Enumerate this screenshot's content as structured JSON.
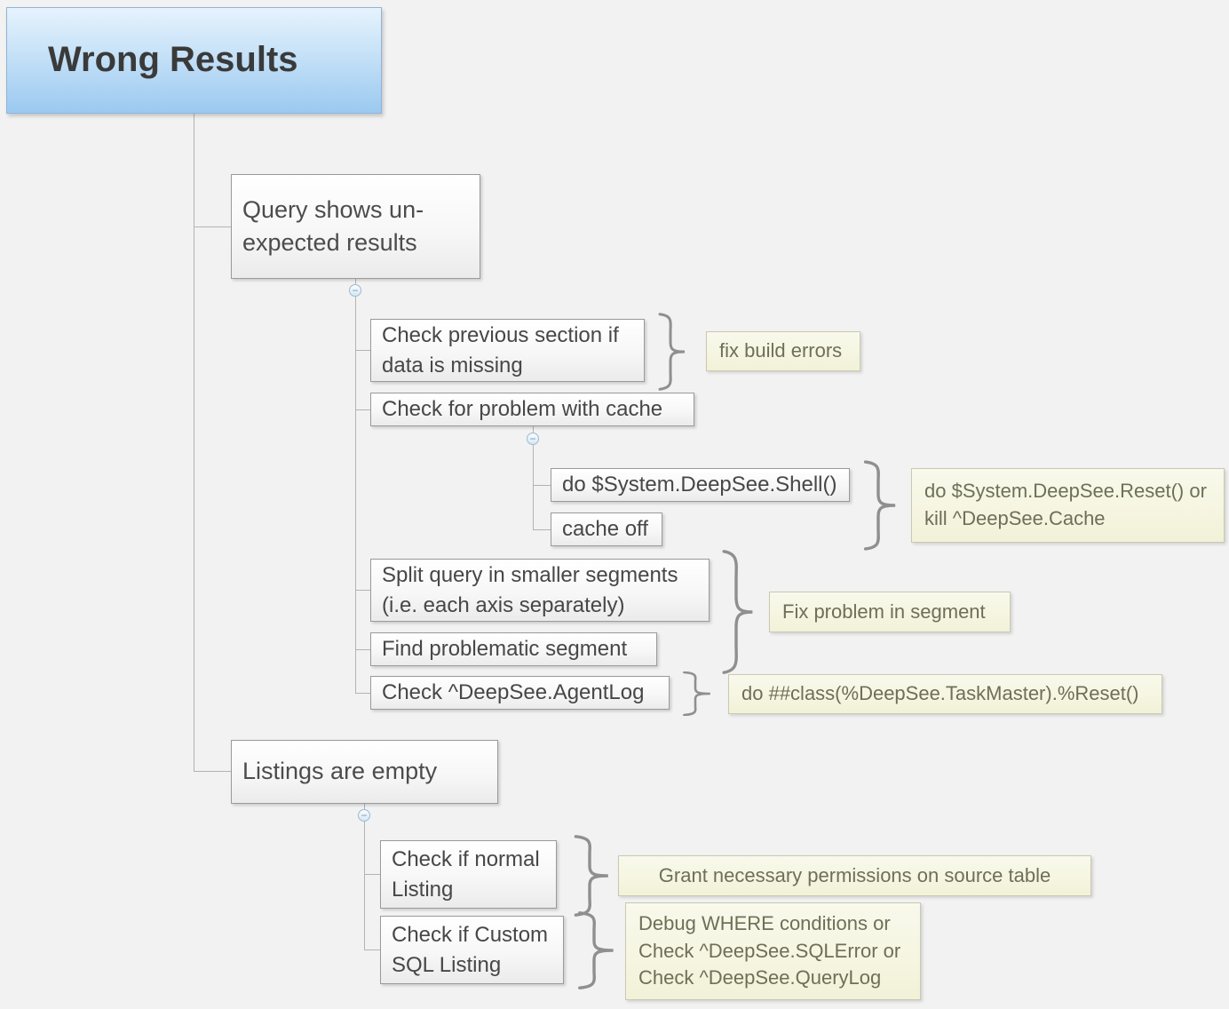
{
  "root": {
    "label": "Wrong Results"
  },
  "branches": {
    "query": {
      "label": "Query shows un-expected results"
    },
    "listings": {
      "label": "Listings are empty"
    }
  },
  "query_children": {
    "check_previous": {
      "label": "Check previous section if data is missing"
    },
    "check_cache": {
      "label": "Check for problem with cache"
    },
    "shell": {
      "label": "do $System.DeepSee.Shell()"
    },
    "cache_off": {
      "label": "cache off"
    },
    "split_query": {
      "label": "Split query in smaller segments (i.e. each axis separately)"
    },
    "find_segment": {
      "label": "Find problematic segment"
    },
    "agent_log": {
      "label": "Check ^DeepSee.AgentLog"
    }
  },
  "listing_children": {
    "normal_listing": {
      "label": "Check if normal Listing"
    },
    "custom_listing": {
      "label": "Check if Custom SQL Listing"
    }
  },
  "notes": {
    "fix_build": {
      "label": "fix build errors"
    },
    "reset_kill": {
      "label": "do $System.DeepSee.Reset() or kill ^DeepSee.Cache"
    },
    "fix_segment": {
      "label": "Fix problem in segment"
    },
    "taskmaster": {
      "label": "do ##class(%DeepSee.TaskMaster).%Reset()"
    },
    "grant_permissions": {
      "label": "Grant necessary permissions on source table"
    },
    "debug_where": {
      "label": "Debug WHERE conditions or Check ^DeepSee.SQLError or Check ^DeepSee.QueryLog"
    }
  },
  "icons": {
    "collapse": "−"
  },
  "colors": {
    "background": "#f2f2f2",
    "root_fill": "#9bc9f0",
    "note_fill": "#f2f2d9",
    "connector": "#b3b3b3"
  }
}
